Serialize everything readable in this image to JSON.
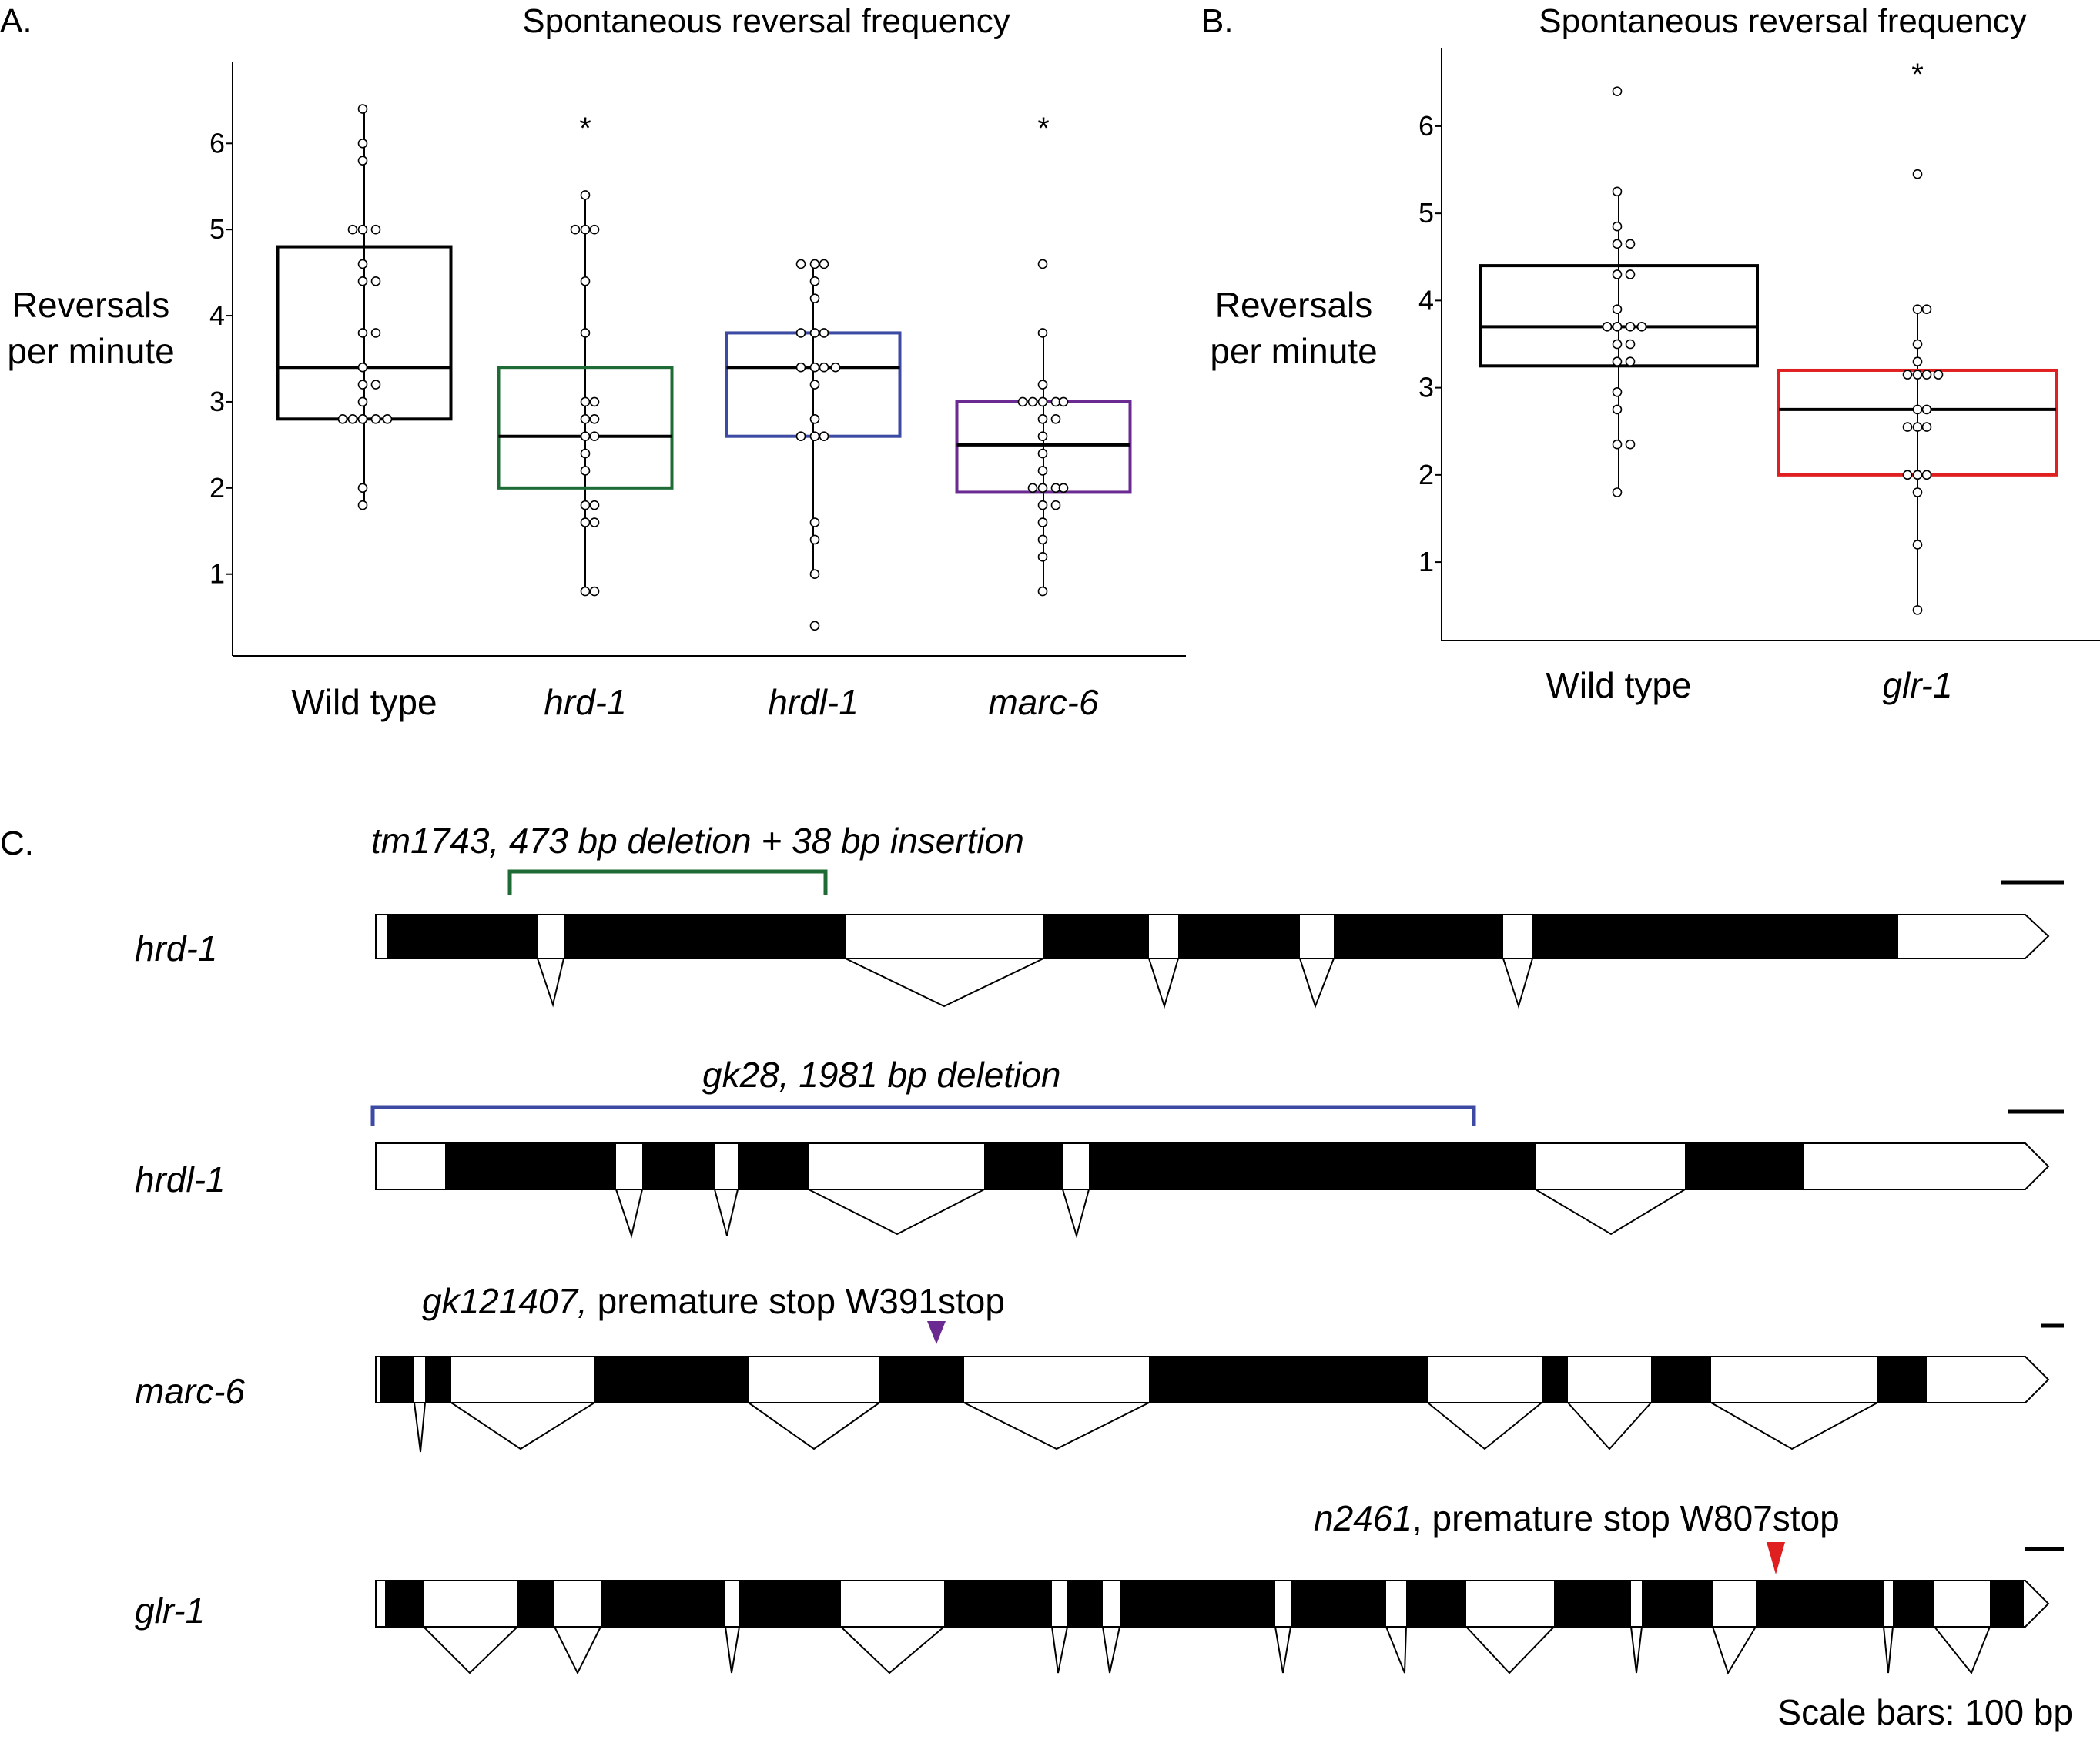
{
  "panel_letters": {
    "a": "A.",
    "b": "B.",
    "c": "C."
  },
  "chart_data": [
    {
      "type": "box",
      "panel": "A.",
      "title": "Spontaneous reversal frequency",
      "ylabel_line1": "Reversals",
      "ylabel_line2": "per minute",
      "yticks": [
        1,
        2,
        3,
        4,
        5,
        6
      ],
      "ylim": [
        0.05,
        6.95
      ],
      "categories": [
        "Wild type",
        "hrd-1",
        "hrdl-1",
        "marc-6"
      ],
      "categories_italic": [
        false,
        true,
        true,
        true
      ],
      "significance": [
        "",
        "*",
        "",
        "*"
      ],
      "box_colors": [
        "#000000",
        "#1e6b36",
        "#3c4aa3",
        "#6b2a91"
      ],
      "series": [
        {
          "name": "Wild type",
          "q1": 2.8,
          "median": 3.4,
          "q3": 4.8,
          "whisker_low": 1.8,
          "whisker_high": 6.4,
          "points": [
            6.4,
            6.0,
            5.8,
            5.0,
            5.0,
            5.0,
            4.6,
            4.4,
            4.4,
            3.8,
            3.8,
            3.4,
            3.2,
            3.2,
            3.0,
            2.8,
            2.8,
            2.8,
            2.8,
            2.8,
            2.0,
            1.8
          ]
        },
        {
          "name": "hrd-1",
          "q1": 2.0,
          "median": 2.6,
          "q3": 3.4,
          "whisker_low": 0.8,
          "whisker_high": 5.4,
          "points": [
            5.4,
            5.0,
            5.0,
            5.0,
            4.4,
            3.8,
            3.0,
            3.0,
            2.8,
            2.8,
            2.6,
            2.6,
            2.4,
            2.2,
            1.8,
            1.8,
            1.6,
            1.6,
            0.8,
            0.8
          ]
        },
        {
          "name": "hrdl-1",
          "q1": 2.6,
          "median": 3.4,
          "q3": 3.8,
          "whisker_low": 1.0,
          "whisker_high": 4.6,
          "points": [
            4.6,
            4.6,
            4.6,
            4.4,
            4.2,
            3.8,
            3.8,
            3.8,
            3.4,
            3.4,
            3.4,
            3.4,
            3.2,
            2.8,
            2.6,
            2.6,
            2.6,
            1.6,
            1.4,
            1.0,
            0.4
          ]
        },
        {
          "name": "marc-6",
          "q1": 1.95,
          "median": 2.5,
          "q3": 3.0,
          "whisker_low": 0.8,
          "whisker_high": 3.8,
          "points": [
            4.6,
            3.8,
            3.2,
            3.0,
            3.0,
            3.0,
            3.0,
            3.0,
            2.8,
            2.8,
            2.6,
            2.4,
            2.2,
            2.0,
            2.0,
            2.0,
            2.0,
            1.8,
            1.8,
            1.6,
            1.4,
            1.2,
            0.8
          ]
        }
      ]
    },
    {
      "type": "box",
      "panel": "B.",
      "title": "Spontaneous reversal frequency",
      "ylabel_line1": "Reversals",
      "ylabel_line2": "per minute",
      "yticks": [
        1,
        2,
        3,
        4,
        5,
        6
      ],
      "ylim": [
        0.1,
        6.9
      ],
      "categories": [
        "Wild type",
        "glr-1"
      ],
      "categories_italic": [
        false,
        true
      ],
      "significance": [
        "",
        "*"
      ],
      "box_colors": [
        "#000000",
        "#e02020"
      ],
      "series": [
        {
          "name": "Wild type",
          "q1": 3.25,
          "median": 3.7,
          "q3": 4.4,
          "whisker_low": 1.8,
          "whisker_high": 5.25,
          "points": [
            6.4,
            5.25,
            4.85,
            4.65,
            4.65,
            4.3,
            4.3,
            3.9,
            3.7,
            3.7,
            3.7,
            3.7,
            3.5,
            3.5,
            3.3,
            3.3,
            2.95,
            2.75,
            2.35,
            2.35,
            1.8
          ]
        },
        {
          "name": "glr-1",
          "q1": 2.0,
          "median": 2.75,
          "q3": 3.2,
          "whisker_low": 0.45,
          "whisker_high": 3.9,
          "points": [
            5.45,
            3.9,
            3.9,
            3.5,
            3.3,
            3.15,
            3.15,
            3.15,
            3.15,
            2.75,
            2.75,
            2.55,
            2.55,
            2.55,
            2.0,
            2.0,
            2.0,
            1.8,
            1.2,
            0.45
          ]
        }
      ]
    }
  ],
  "gene_panel": {
    "genes": [
      {
        "name": "hrd-1",
        "annotation_italic": "tm1743, 473 bp deletion + 38 bp insertion",
        "annotation_rest": "",
        "mark_color": "#1e6b36"
      },
      {
        "name": "hrdl-1",
        "annotation_italic": "gk28, 1981 bp deletion",
        "annotation_rest": "",
        "mark_color": "#3c4aa3"
      },
      {
        "name": "marc-6",
        "annotation_italic": "gk121407,",
        "annotation_rest": " premature stop W391stop",
        "mark_color": "#6b2a91"
      },
      {
        "name": "glr-1",
        "annotation_italic": "n2461",
        "annotation_rest": ", premature stop W807stop",
        "mark_color": "#e02020"
      }
    ],
    "scale_note": "Scale bars: 100 bp"
  }
}
